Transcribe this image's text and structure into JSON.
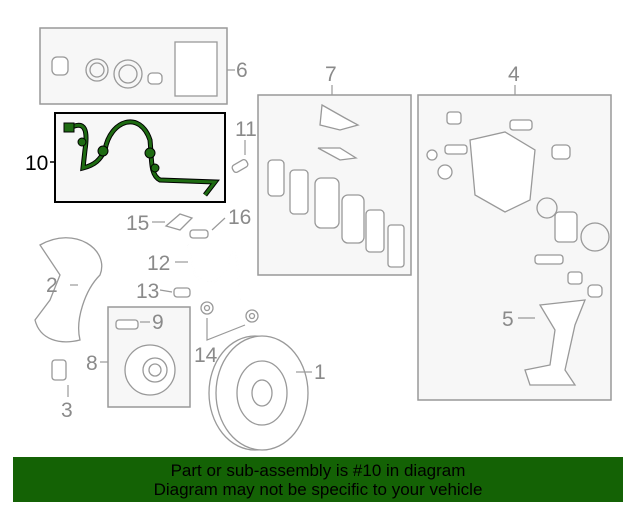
{
  "diagram": {
    "callouts": [
      "1",
      "2",
      "3",
      "4",
      "5",
      "6",
      "7",
      "8",
      "9",
      "10",
      "11",
      "12",
      "13",
      "14",
      "15",
      "16"
    ],
    "highlighted": "10",
    "highlight_color": "#1e6b12"
  },
  "banner": {
    "line1": "Part or sub-assembly is #10 in diagram",
    "line2": "Diagram may not be specific to your vehicle",
    "color": "#146205"
  }
}
